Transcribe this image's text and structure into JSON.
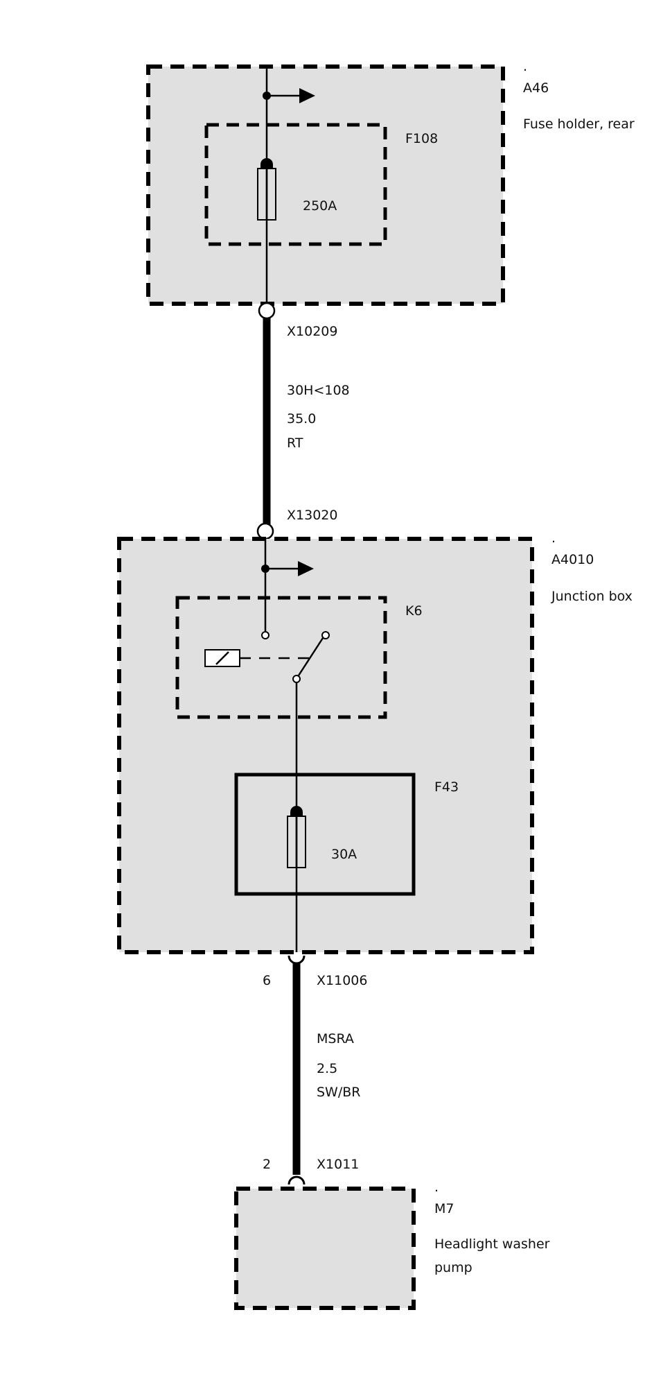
{
  "components": {
    "a46": {
      "dot": ".",
      "id": "A46",
      "name": "Fuse holder, rear"
    },
    "f108": {
      "id": "F108",
      "rating": "250A"
    },
    "a4010": {
      "dot": ".",
      "id": "A4010",
      "name": "Junction box"
    },
    "k6": {
      "id": "K6"
    },
    "f43": {
      "id": "F43",
      "rating": "30A"
    },
    "m7": {
      "dot": ".",
      "id": "M7",
      "name_line1": "Headlight washer",
      "name_line2": "pump"
    }
  },
  "wires": {
    "w1": {
      "connector_top": "X10209",
      "circuit": "30H<108",
      "cross_section": "35.0",
      "color": "RT",
      "connector_bottom": "X13020"
    },
    "w2": {
      "pin_top": "6",
      "connector_top": "X11006",
      "circuit": "MSRA",
      "cross_section": "2.5",
      "color": "SW/BR",
      "pin_bottom": "2",
      "connector_bottom": "X1011"
    }
  }
}
